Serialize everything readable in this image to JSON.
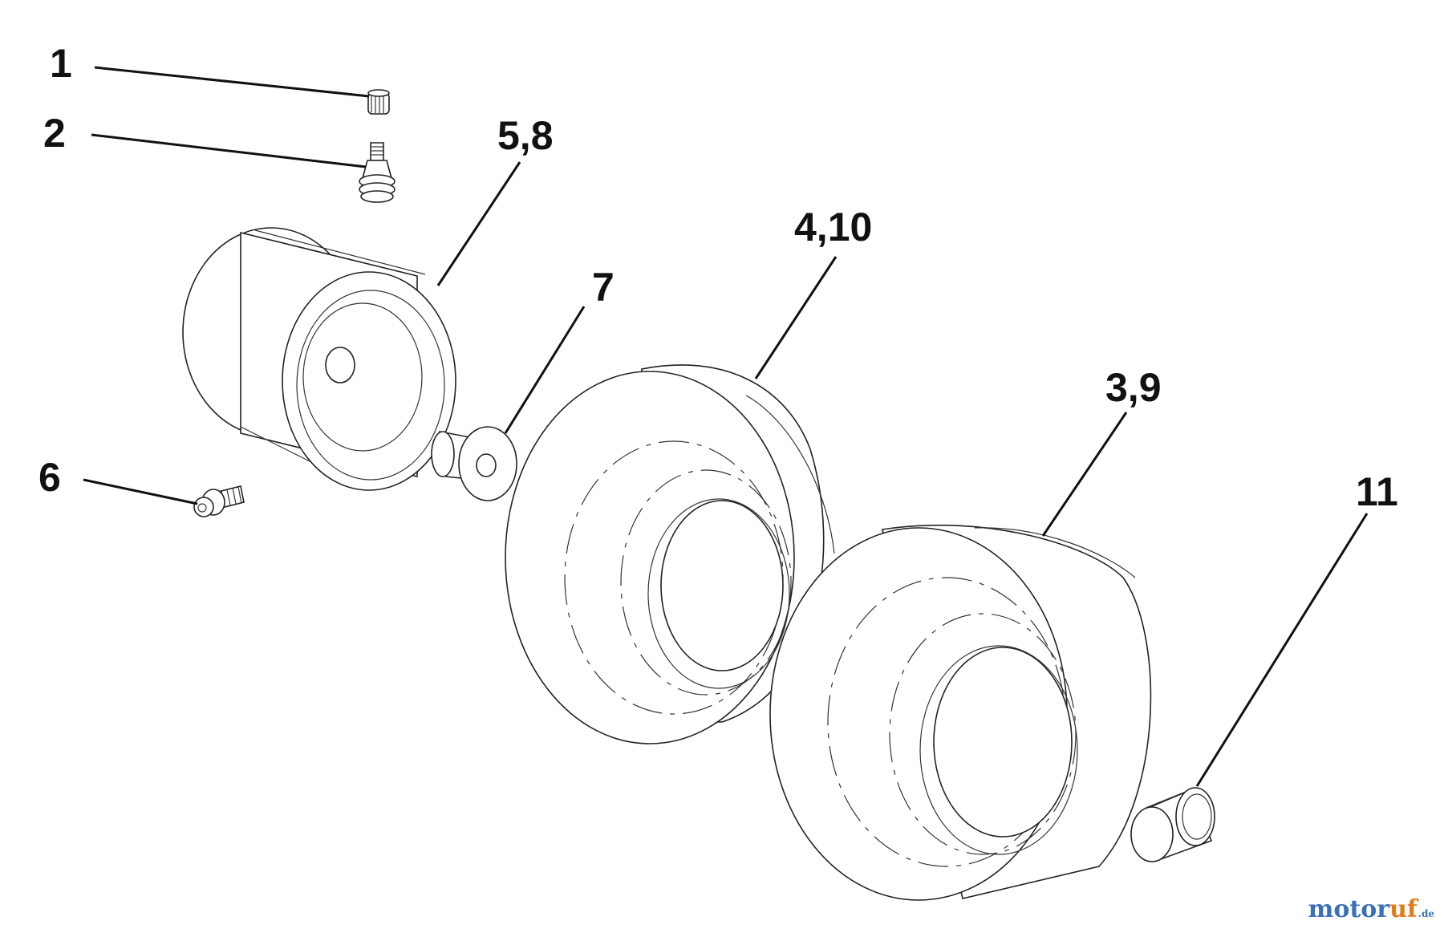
{
  "callouts": {
    "c1": "1",
    "c2": "2",
    "c58": "5,8",
    "c7": "7",
    "c410": "4,10",
    "c6": "6",
    "c39": "3,9",
    "c11": "11"
  },
  "watermark": {
    "main": "motor",
    "accent": "uf",
    "tld": ".de"
  },
  "colors": {
    "line": "#111111",
    "watermark_blue": "#3b6fb8",
    "watermark_orange": "#e07b1a"
  }
}
